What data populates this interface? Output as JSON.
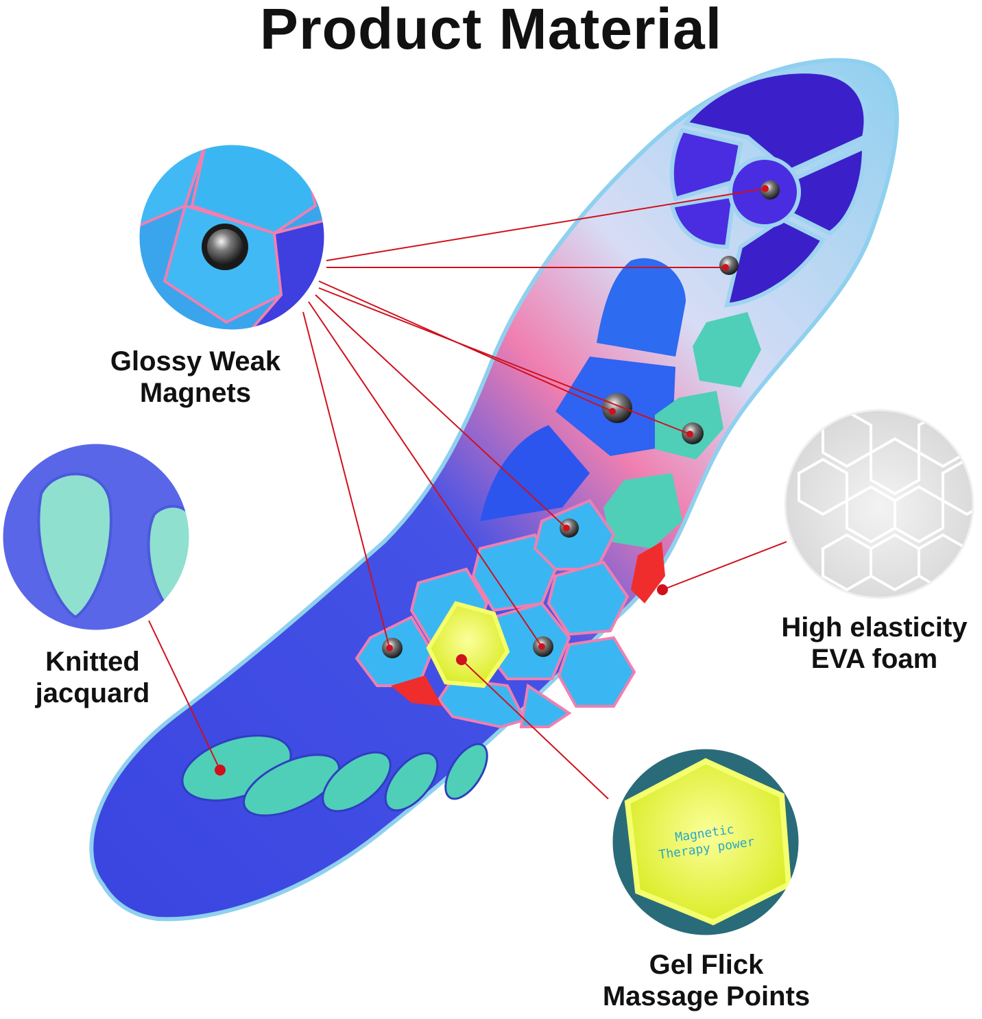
{
  "title": "Product Material",
  "callouts": {
    "magnets": {
      "line1": "Glossy Weak",
      "line2": "Magnets"
    },
    "jacquard": {
      "line1": "Knitted",
      "line2": "jacquard"
    },
    "eva": {
      "line1": "High elasticity",
      "line2": "EVA foam"
    },
    "gel": {
      "line1": "Gel Flick",
      "line2": "Massage Points"
    }
  },
  "gel_text": "Magnetic Therapy power",
  "colors": {
    "pointer": "#d0101c",
    "insole_blue": "#3a45e0",
    "insole_sky": "#8fd0ef",
    "insole_pink": "#f07fb0",
    "magnet_pad": "#3ab7f2",
    "heel_pad": "#3b20c9",
    "toe_pad": "#4fcfb8",
    "gel": "#e6f436"
  }
}
